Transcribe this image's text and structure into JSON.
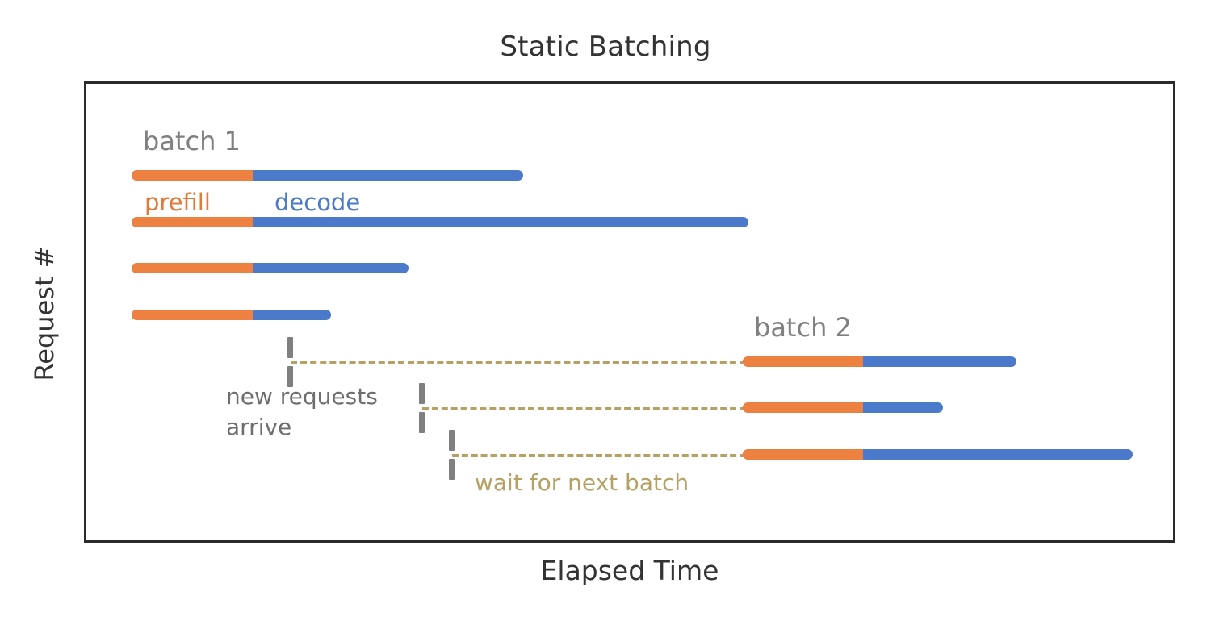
{
  "title": "Static Batching",
  "axes": {
    "xlabel": "Elapsed Time",
    "ylabel": "Request #"
  },
  "colors": {
    "prefill": "#ed8141",
    "decode": "#4a7ac9",
    "wait": "#b5a164",
    "tick": "#808080",
    "text": "#333333",
    "annotation_gray": "#6e6e6e",
    "frame": "#2b2b2b"
  },
  "annotations": {
    "batch1": "batch 1",
    "batch2": "batch 2",
    "prefill_legend": "prefill",
    "decode_legend": "decode",
    "new_requests_line1": "new requests",
    "new_requests_line2": "arrive",
    "wait_label": "wait for next batch"
  },
  "chart_data": {
    "type": "bar",
    "title": "Static Batching",
    "xlabel": "Elapsed Time",
    "ylabel": "Request #",
    "grid": false,
    "legend_position": "inline-annotation",
    "legend": [
      "prefill",
      "decode"
    ],
    "xlim": [
      0,
      100
    ],
    "ylim": [
      0,
      8
    ],
    "series": [
      {
        "name": "prefill",
        "color": "#ed8141"
      },
      {
        "name": "decode",
        "color": "#4a7ac9"
      },
      {
        "name": "wait for next batch",
        "color": "#b5a164"
      }
    ],
    "requests": [
      {
        "id": 1,
        "batch": "batch 1",
        "row_y": 214,
        "prefill_start": 160,
        "prefill_end": 310,
        "decode_end": 645,
        "wait_start": null,
        "arrival": null
      },
      {
        "id": 2,
        "batch": "batch 1",
        "row_y": 272,
        "prefill_start": 160,
        "prefill_end": 310,
        "decode_end": 924,
        "wait_start": null,
        "arrival": null
      },
      {
        "id": 3,
        "batch": "batch 1",
        "row_y": 329,
        "prefill_start": 160,
        "prefill_end": 310,
        "decode_end": 503,
        "wait_start": null,
        "arrival": null
      },
      {
        "id": 4,
        "batch": "batch 1",
        "row_y": 387,
        "prefill_start": 160,
        "prefill_end": 310,
        "decode_end": 407,
        "wait_start": null,
        "arrival": null
      },
      {
        "id": 5,
        "batch": "batch 2",
        "row_y": 445,
        "prefill_start": 917,
        "prefill_end": 1066,
        "decode_end": 1256,
        "wait_start": 357,
        "arrival": 353
      },
      {
        "id": 6,
        "batch": "batch 2",
        "row_y": 502,
        "prefill_start": 917,
        "prefill_end": 1066,
        "decode_end": 1165,
        "wait_start": 520,
        "arrival": 516
      },
      {
        "id": 7,
        "batch": "batch 2",
        "row_y": 560,
        "prefill_start": 917,
        "prefill_end": 1066,
        "decode_end": 1400,
        "wait_start": 557,
        "arrival": 553
      }
    ]
  }
}
